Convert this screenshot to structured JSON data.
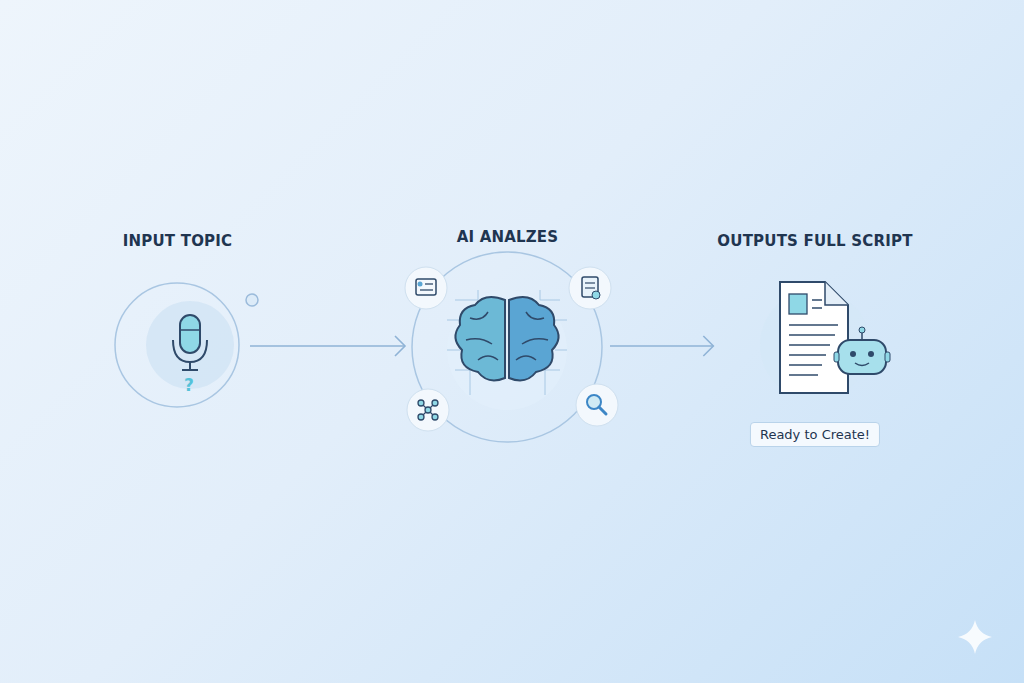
{
  "diagram": {
    "nodes": [
      {
        "text": [
          "INPUT TOPIC"
        ]
      },
      {
        "text": [
          "AI ANALZES"
        ]
      },
      {
        "text": [
          "OUTPUTS FULL SCRIPT",
          "Ready to Create!"
        ]
      }
    ],
    "edges": [
      {
        "from": 0,
        "to": 1,
        "arrow": "to"
      },
      {
        "from": 1,
        "to": 2,
        "arrow": "to"
      }
    ],
    "labels": [
      "?"
    ]
  }
}
